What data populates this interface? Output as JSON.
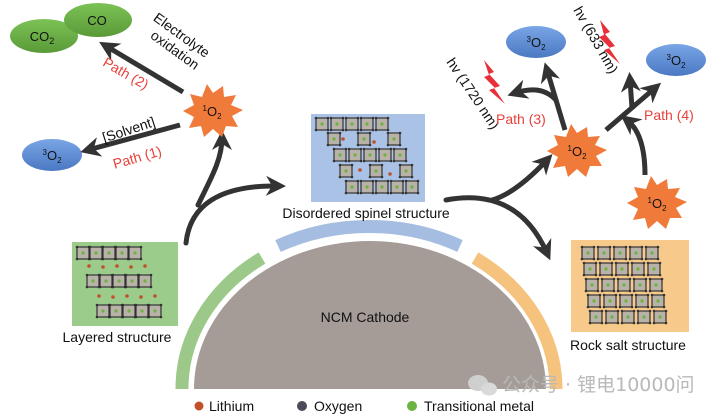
{
  "figure": {
    "center": {
      "label": "NCM Cathode"
    },
    "structures": {
      "layered": "Layered structure",
      "spinel": "Disordered spinel structure",
      "rocksalt": "Rock salt structure"
    },
    "left_pathways": {
      "singlet": "1O2",
      "co": "CO",
      "co2": "CO2",
      "triplet": "3O2",
      "electrolyte_line1": "Electrolyte",
      "electrolyte_line2": "oxidation",
      "solvent": "[Solvent]",
      "path1": "Path (1)",
      "path2": "Path (2)"
    },
    "right_pathways": {
      "singlet_main": "1O2",
      "singlet_lower": "1O2",
      "triplet_a": "3O2",
      "triplet_b": "3O2",
      "hv_1720": "hv (1720 nm)",
      "hv_633": "hv (633 nm)",
      "path3": "Path (3)",
      "path4": "Path (4)"
    },
    "legend": [
      {
        "label": "Lithium",
        "color": "#c0502a"
      },
      {
        "label": "Oxygen",
        "color": "#4a4a5a"
      },
      {
        "label": "Transitional metal",
        "color": "#6db33f"
      }
    ],
    "watermark": "公众号 · 锂电10000问",
    "colors": {
      "singlet_o2": "#f07a3a",
      "triplet_o2": "#5b8ed6",
      "co_green": "#6aab45",
      "path_red": "#e8403a",
      "arrow": "#333333",
      "dome": "#a59c98",
      "arc_green": "#9cc98a",
      "arc_blue": "#a5bde0",
      "arc_orange": "#f6c37f"
    }
  }
}
